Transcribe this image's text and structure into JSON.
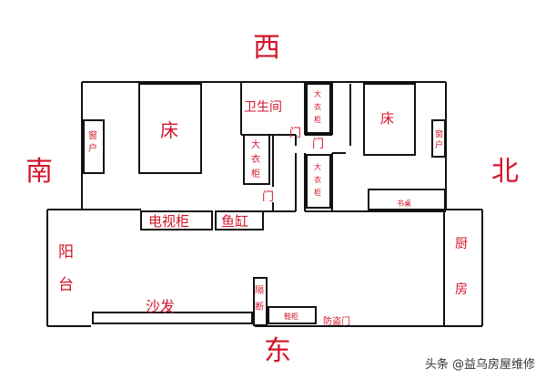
{
  "directions": {
    "west": "西",
    "south": "南",
    "north": "北",
    "east": "东"
  },
  "rooms": {
    "balcony": "阳台",
    "kitchen": "厨房",
    "bathroom": "卫生间"
  },
  "furniture": {
    "bed_left": "床",
    "bed_right": "床",
    "tv_cabinet": "电视柜",
    "fish_tank": "鱼缸",
    "sofa": "沙发",
    "wardrobe_a": "大衣柜",
    "wardrobe_b": "大衣柜",
    "wardrobe_c": "大衣柜",
    "desk": "书桌",
    "partition": "隔断",
    "shoe_cabinet": "鞋柜"
  },
  "openings": {
    "window_left": "窗户",
    "window_right": "窗户",
    "door_bath": "门",
    "door_right": "门",
    "door_left": "门",
    "security_door": "防盗门"
  },
  "watermark": "头条 @益乌房屋维修",
  "colors": {
    "label": "#d3142a",
    "wall": "#111111"
  }
}
